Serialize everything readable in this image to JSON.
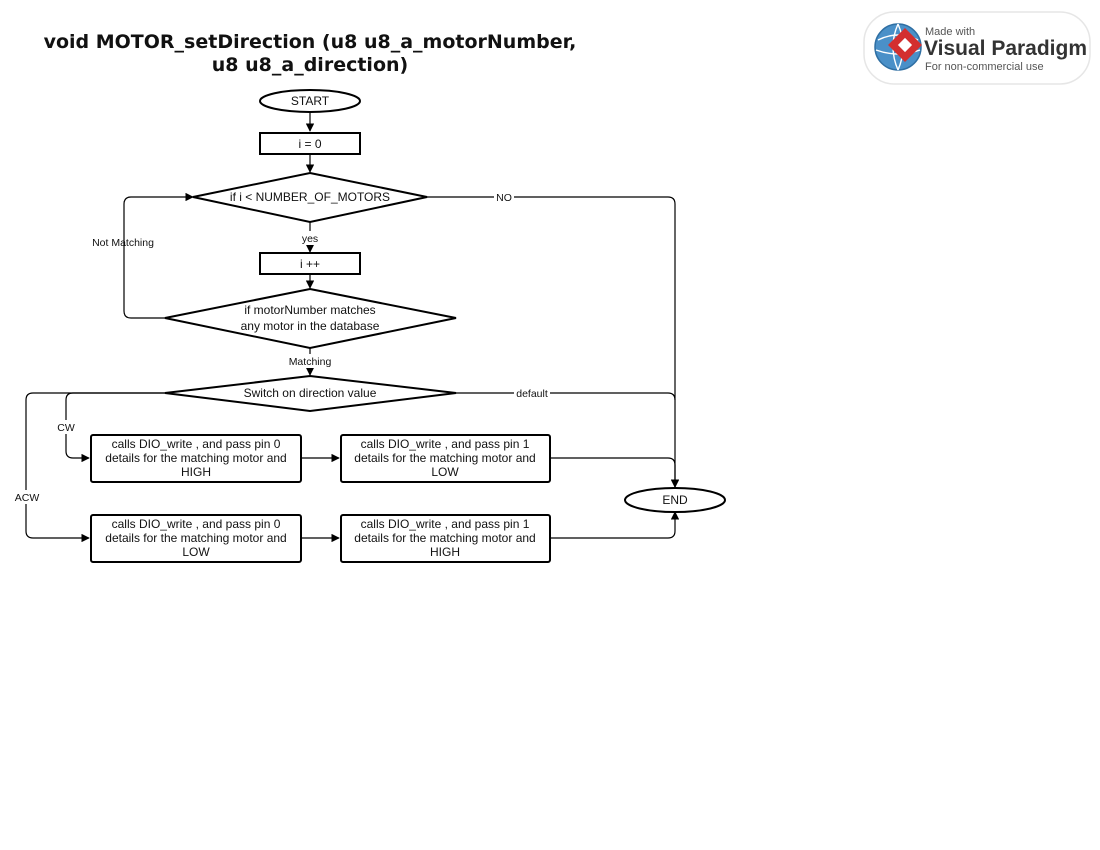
{
  "title": {
    "line1": "void MOTOR_setDirection (u8 u8_a_motorNumber,",
    "line2": "u8 u8_a_direction)"
  },
  "nodes": {
    "start": "START",
    "init": "i = 0",
    "loop_check": "if i < NUMBER_OF_MOTORS",
    "increment": "i ++",
    "match_check": [
      "if motorNumber matches",
      "any motor in the database"
    ],
    "switch": "Switch on direction value",
    "cw_pin0": [
      "calls DIO_write , and pass pin 0",
      "details for the matching motor and",
      "HIGH"
    ],
    "cw_pin1": [
      "calls DIO_write , and pass pin 1",
      "details for the matching motor and",
      "LOW"
    ],
    "acw_pin0": [
      "calls DIO_write , and pass pin 0",
      "details for the matching motor and",
      "LOW"
    ],
    "acw_pin1": [
      "calls DIO_write , and pass pin 1",
      "details for the matching motor and",
      "HIGH"
    ],
    "end": "END"
  },
  "edge_labels": {
    "no": "NO",
    "yes": "yes",
    "not_matching": "Not Matching",
    "matching": "Matching",
    "default": "default",
    "cw": "CW",
    "acw": "ACW"
  },
  "watermark": {
    "line1": "Made with",
    "line2": "Visual Paradigm",
    "line3": "For non-commercial use",
    "icon": "visual-paradigm-logo"
  }
}
